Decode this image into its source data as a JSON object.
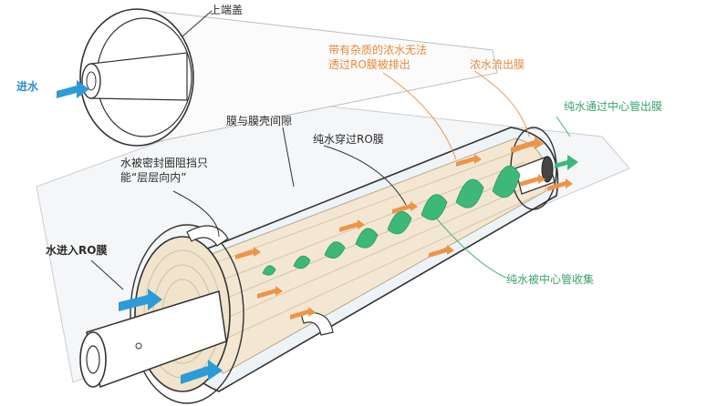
{
  "labels": {
    "top_end_cap": "上端盖",
    "water_in": "进水",
    "concentrate_line1": "带有杂质的浓水无法",
    "concentrate_line2": "透过RO膜被排出",
    "concentrate_out": "浓水流出膜",
    "pure_out_center": "纯水通过中心管出膜",
    "membrane_gap": "膜与膜壳间隙",
    "seal_line1": "水被密封圈阻挡只",
    "seal_line2": "能“层层向内”",
    "pure_through_ro": "纯水穿过RO膜",
    "water_into_ro": "水进入RO膜",
    "pure_collected": "纯水被中心管收集"
  },
  "colors": {
    "feed_water_arrow": "#2d9bd8",
    "pure_water_band": "#3db878",
    "concentrate_arrow": "#ee9448",
    "membrane_fill": "#f3e7d3",
    "outline": "#333333"
  }
}
